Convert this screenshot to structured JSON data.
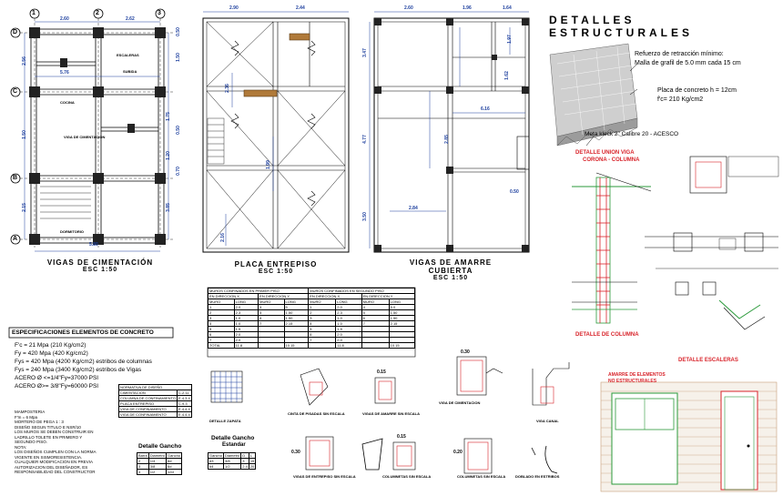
{
  "plans": {
    "foundation": {
      "title": "VIGAS DE CIMENTACIÓN",
      "scale": "ESC 1:50",
      "axes_num": [
        "1",
        "2",
        "3"
      ],
      "axes_let": [
        "D",
        "C",
        "B",
        "A"
      ],
      "dims_top": [
        "2.60",
        "2.62"
      ],
      "dims_mid": "5.76",
      "dim_bottom": "5.80",
      "dims_left": [
        "2.56",
        "1.50",
        "2.15"
      ],
      "dims_right": [
        "0.50",
        "1.50",
        "1.75",
        "0.50",
        "1.20",
        "0.70",
        "3.85"
      ],
      "labels": [
        "ESCALERAS",
        "SUBIDA",
        "COCINA",
        "VIGA DE CIMENTACION",
        "DORMITORIO"
      ]
    },
    "slab": {
      "title": "PLACA ENTREPISO",
      "scale": "ESC 1:50",
      "dims_top": [
        "2.90",
        "2.44"
      ],
      "dims_mid": [
        "2.36",
        "1.99",
        "2.16"
      ]
    },
    "roof": {
      "title": "VIGAS DE AMARRE CUBIERTA",
      "scale": "ESC 1:50",
      "dims_top": [
        "2.60",
        "1.96",
        "1.64"
      ],
      "dims_mid": [
        "6.16",
        "2.84",
        "0.50",
        "3.50",
        "4.77",
        "3.47",
        "2.85",
        "1.62",
        "1.97"
      ]
    }
  },
  "details": {
    "title_line1": "DETALLES",
    "title_line2": "ESTRUCTURALES",
    "note_1": "Refuerzo de retracción mínimo:",
    "note_2": "Malla de grafil de 5.0 mm cada 15 cm",
    "note_3": "Placa de concreto h = 12cm",
    "note_4": "f'c= 210 Kg/cm2",
    "note_5": "Meta kleck 2\" Calibre 20 - ACESCO",
    "union_title_1": "DETALLE UNION VIGA",
    "union_title_2": "CORONA  -  COLUMNA",
    "column_title": "DETALLE DE COLUMNA",
    "stairs_title": "DETALLE ESCALERAS",
    "wall_title_1": "AMARRE DE ELEMENTOS",
    "wall_title_2": "NO ESTRUCTURALES"
  },
  "specs": {
    "header": "ESPECIFICACIONES ELEMENTOS DE CONCRETO",
    "lines": [
      "F'c = 21 Mpa (210 Kg/cm2)",
      "Fy = 420 Mpa (420 Kg/cm2)",
      "Fys = 420 Mpa (4200 Kg/cm2) estribos de columnas",
      "Fys = 240 Mpa (3400 Kg/cm2) estribos de Vigas",
      "ACERO Ø <=1/4\"Fy=37000 PSI",
      "ACERO Ø>= 3/8\"Fy=60000 PSI"
    ],
    "notes": [
      "MAMPOSTERIA",
      "F'm = 6 Mpa",
      "MORTERO DE PEGA 1 : 3",
      "DISEÑO SEGUN TITULO E NSR/10",
      "LOS MUROS SE DEBEN CONSTRUIR EN",
      "LADRILLO TOLETE EN PRIMERO Y",
      "SEGUNDO PISO.",
      "NOTA:",
      "LOS DISEÑOS CUMPLEN CON LA NORMA",
      "VIGENTE EN SISMORESISTENCIA.",
      "CUALQUIER MODIFICACION EN PREVIA",
      "AUTORIZACION DEL DISEÑADOR, ES",
      "RESPONSABILIDAD DEL CONSTRUCTOR"
    ]
  },
  "design_table": {
    "header": "NORMATIVA DE DISEÑO",
    "rows": [
      [
        "CIMENTACION",
        "C.2.11"
      ],
      [
        "COLUMNA DE CONFINAMIENTO",
        "E.4.3.4"
      ],
      [
        "PLACA ENTREPISO",
        "C.9.3"
      ],
      [
        "VIGA DE CONFINAMIENTO",
        "E.4.4.4"
      ],
      [
        "VIGA DE CONFINAMIENTO",
        "E.4.4.4"
      ]
    ]
  },
  "muros_table": {
    "head_1": "MUROS CONFINADOS EN PRIMER PISO",
    "head_2": "MUROS CONFINADOS EN SEGUNDO PISO",
    "sub": [
      "EN DIRECCION X",
      "EN DIRECCION Y",
      "EN DIRECCION X",
      "EN DIRECCION Y"
    ],
    "cols": [
      "MURO",
      "LONG",
      "MURO",
      "LONG",
      "MURO",
      "LONG",
      "MURO",
      "LONG"
    ],
    "rows": [
      [
        "1",
        "2.0",
        "4",
        "5",
        "1",
        "2.0",
        "4",
        "5.0"
      ],
      [
        "2",
        "2.3",
        "5",
        "1.50",
        "2",
        "2.3",
        "5",
        "1.50"
      ],
      [
        "3",
        "1.0",
        "6",
        "1.50",
        "3",
        "1.0",
        "6",
        "1.50"
      ],
      [
        "4",
        "1.0",
        "7",
        "2.15",
        "4",
        "1.0",
        "7",
        "2.15"
      ],
      [
        "5",
        "1.5",
        "",
        "",
        "5",
        "1.5",
        "",
        ""
      ],
      [
        "6",
        "2.0",
        "",
        "",
        "6",
        "2.0",
        "",
        ""
      ],
      [
        "7",
        "2.0",
        "",
        "",
        "7",
        "2.0",
        "",
        ""
      ],
      [
        "TOTAL",
        "11.8",
        "",
        "10.15",
        "",
        "11.8",
        "",
        "10.15"
      ]
    ]
  },
  "section_labels": {
    "zapata": "DETALLE ZAPATA",
    "cinta": "CINTA DE PISADAS SIN ESCALA",
    "amarre": "VIGAS DE AMARRE SIN ESCALA",
    "canal": "VIGA CANAL",
    "cimentacion": "VIGA DE CIMENTACION",
    "entrepiso": "VIGAS DE ENTREPISO SIN ESCALA",
    "columnetas_1": "COLUMNETAS SIN ESCALA",
    "columnetas_2": "COLUMNETAS SIN ESCALA",
    "gancho": "DOBLADO EN ESTRIBOS"
  },
  "gancho_1": {
    "title": "Detalle Gancho",
    "head": [
      "Barra",
      "Diámetro",
      "Gancho"
    ],
    "rows": [
      [
        "2",
        "1/4",
        "6d"
      ],
      [
        "3",
        "3/8",
        "6d"
      ],
      [
        "4",
        "1/2",
        "12d"
      ]
    ]
  },
  "gancho_2": {
    "title_1": "Detalle Gancho",
    "title_2": "Estandar",
    "head": [
      "Gancho",
      "Diámetro",
      "D",
      "L"
    ],
    "rows": [
      [
        "#3",
        "3/8",
        "3",
        "15"
      ],
      [
        "#4",
        "1/2",
        "2.4",
        "20"
      ]
    ]
  },
  "section_dims": {
    "a": "0.30",
    "b": "0.15",
    "c": "0.30",
    "d": "0.15",
    "e": "0.20"
  }
}
